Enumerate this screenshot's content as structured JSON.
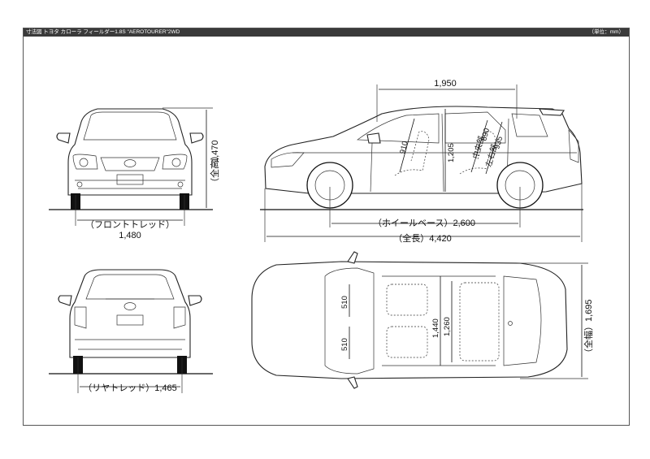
{
  "header": {
    "title": "寸法図 トヨタ カローラ フィールダー1.8S \"AEROTOURER\"2WD",
    "unit": "（単位：mm）"
  },
  "dimensions": {
    "front_tread": {
      "label": "（フロントトレッド）",
      "value": "1,480"
    },
    "overall_height": {
      "label": "（全高）",
      "value": "1,470"
    },
    "rear_tread": {
      "label": "（リヤトレッド）",
      "value": "1,465"
    },
    "wheelbase": {
      "label": "（ホイールベース）",
      "value": "2,600"
    },
    "overall_length": {
      "label": "（全長）",
      "value": "4,420"
    },
    "overall_width": {
      "label": "（全幅）",
      "value": "1,695"
    },
    "cabin_length": "1,950",
    "interior_height": "1,205",
    "front_seat": "910",
    "center_dist": {
      "label": "中央部",
      "value": "890"
    },
    "side_dist": {
      "label": "左右部",
      "value": "935"
    },
    "shoulder_front": "510",
    "shoulder_rear": "510",
    "width_front": "1,440",
    "width_rear": "1,260"
  },
  "colors": {
    "line": "#222222",
    "titlebar": "#3a3a3a",
    "background": "#ffffff"
  }
}
